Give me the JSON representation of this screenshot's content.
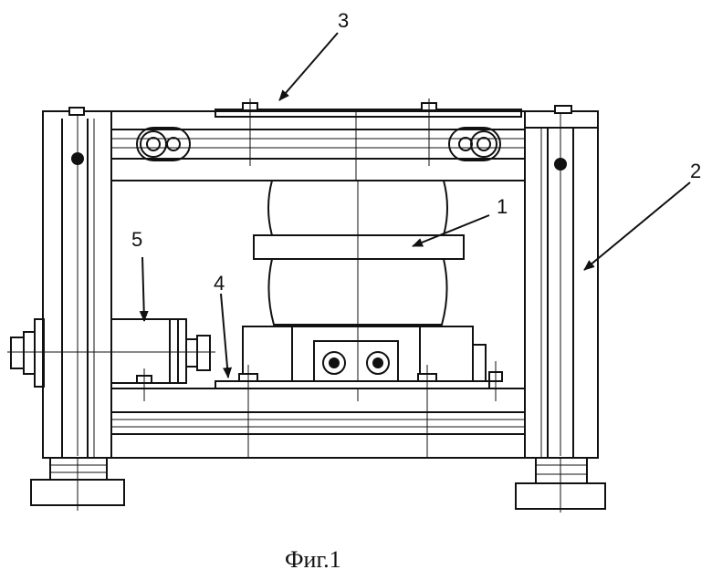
{
  "figure": {
    "caption": "Фиг.1",
    "callouts": [
      "1",
      "2",
      "3",
      "4",
      "5"
    ]
  }
}
